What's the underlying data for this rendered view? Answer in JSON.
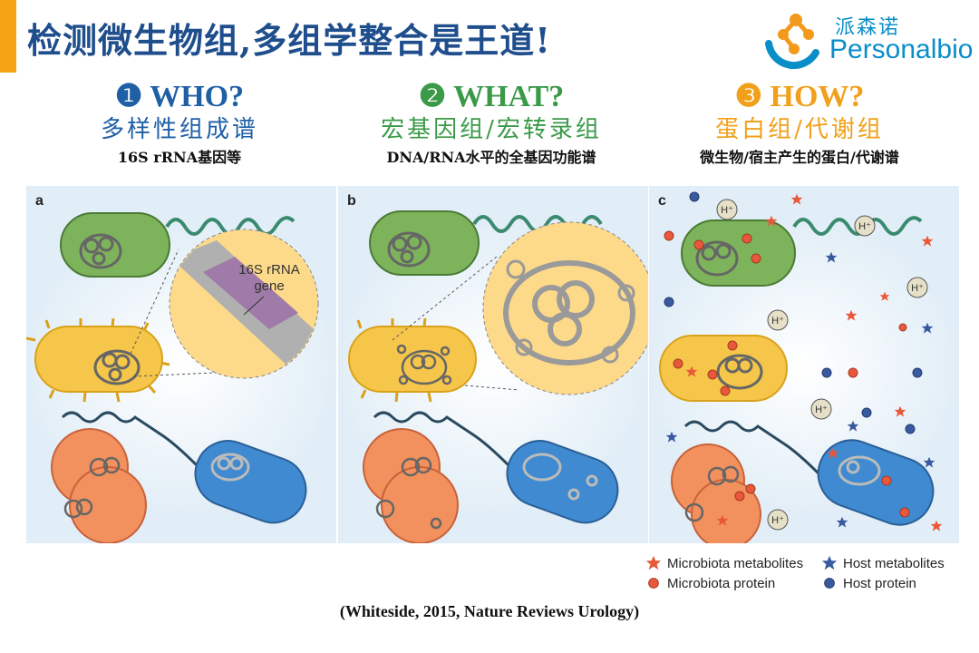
{
  "slide": {
    "title": "检测微生物组,多组学整合是王道!"
  },
  "logo": {
    "cn": "派森诺",
    "en": "Personalbio"
  },
  "columns": [
    {
      "title": "❶ WHO?",
      "subtitle": "多样性组成谱",
      "desc": "16S rRNA基因等",
      "color": "#1f5fa6"
    },
    {
      "title": "❷ WHAT?",
      "subtitle": "宏基因组/宏转录组",
      "desc": "DNA/RNA水平的全基因功能谱",
      "color": "#3a9a48"
    },
    {
      "title": "❸ HOW?",
      "subtitle": "蛋白组/代谢组",
      "desc": "微生物/宿主产生的蛋白/代谢谱",
      "color": "#f0a01a"
    }
  ],
  "panels": {
    "a": {
      "letter": "a",
      "zoom_label_line1": "16S rRNA",
      "zoom_label_line2": "gene"
    },
    "b": {
      "letter": "b"
    },
    "c": {
      "letter": "c",
      "hydrogen": "H⁺"
    }
  },
  "legend": {
    "microbiota_metabolites": "Microbiota metabolites",
    "host_metabolites": "Host metabolites",
    "microbiota_protein": "Microbiota protein",
    "host_protein": "Host protein"
  },
  "colors": {
    "green_bacterium": "#7db35a",
    "yellow_bacterium": "#f5c64a",
    "orange_bacterium": "#f2905e",
    "blue_bacterium": "#3f8ad0",
    "panel_bg": "#e2eef7",
    "microbiota": "#e8583a",
    "host": "#3a5aa0"
  },
  "citation": "(Whiteside, 2015, Nature Reviews Urology)"
}
